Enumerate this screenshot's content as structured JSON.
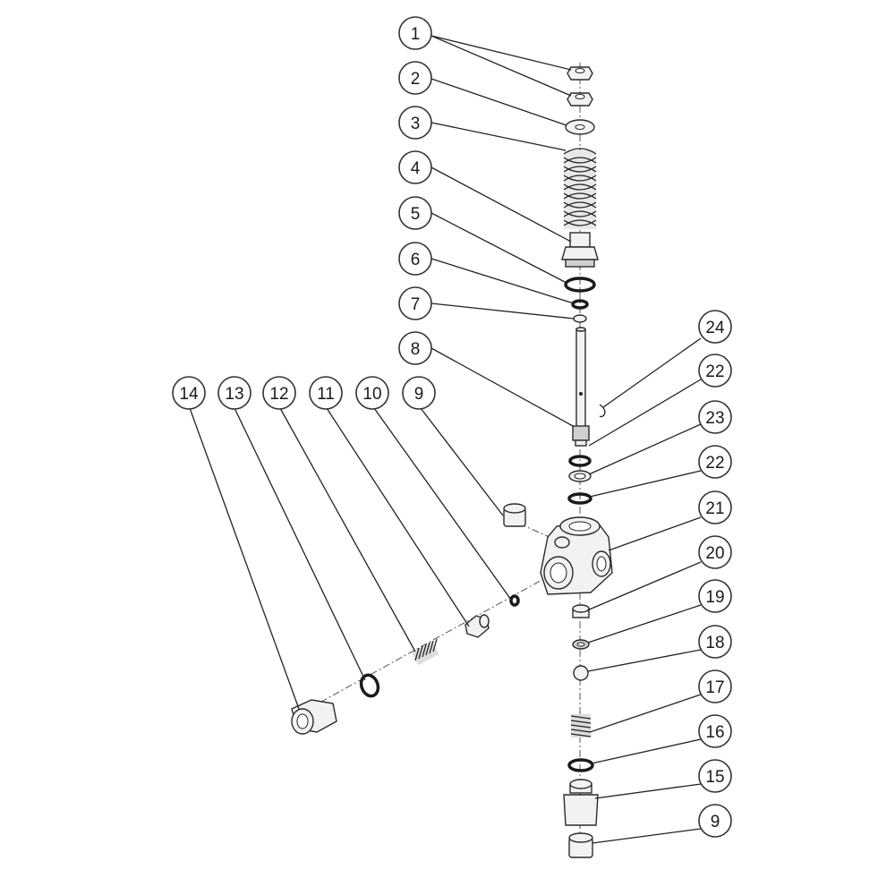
{
  "diagram": {
    "callouts": [
      {
        "id": "c1",
        "label": "1"
      },
      {
        "id": "c2",
        "label": "2"
      },
      {
        "id": "c3",
        "label": "3"
      },
      {
        "id": "c4",
        "label": "4"
      },
      {
        "id": "c5",
        "label": "5"
      },
      {
        "id": "c6",
        "label": "6"
      },
      {
        "id": "c7",
        "label": "7"
      },
      {
        "id": "c8",
        "label": "8"
      },
      {
        "id": "c9a",
        "label": "9"
      },
      {
        "id": "c10",
        "label": "10"
      },
      {
        "id": "c11",
        "label": "11"
      },
      {
        "id": "c12",
        "label": "12"
      },
      {
        "id": "c13",
        "label": "13"
      },
      {
        "id": "c14",
        "label": "14"
      },
      {
        "id": "c24",
        "label": "24"
      },
      {
        "id": "c22a",
        "label": "22"
      },
      {
        "id": "c23",
        "label": "23"
      },
      {
        "id": "c22b",
        "label": "22"
      },
      {
        "id": "c21",
        "label": "21"
      },
      {
        "id": "c20",
        "label": "20"
      },
      {
        "id": "c19",
        "label": "19"
      },
      {
        "id": "c18",
        "label": "18"
      },
      {
        "id": "c17",
        "label": "17"
      },
      {
        "id": "c16",
        "label": "16"
      },
      {
        "id": "c15",
        "label": "15"
      },
      {
        "id": "c9b",
        "label": "9"
      }
    ]
  }
}
